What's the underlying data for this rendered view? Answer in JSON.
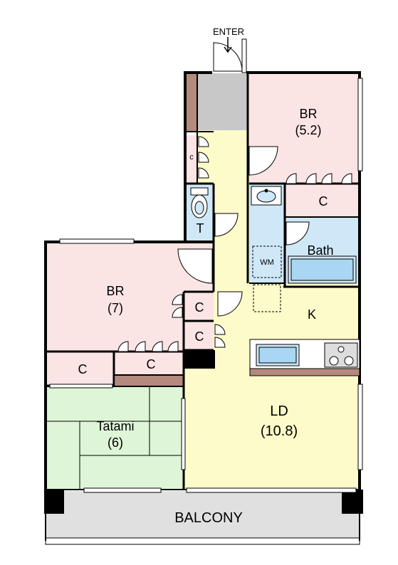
{
  "plan": {
    "entrance_label": "ENTER",
    "rooms": {
      "br_north": {
        "name": "BR",
        "size": "(5.2)"
      },
      "br_west": {
        "name": "BR",
        "size": "(7)"
      },
      "tatami": {
        "name": "Tatami",
        "size": "(6)"
      },
      "ld": {
        "name": "LD",
        "size": "(10.8)"
      },
      "kitchen": {
        "name": "K"
      },
      "bath": {
        "name": "Bath"
      },
      "toilet": {
        "name": "T"
      },
      "washer": {
        "name": "WM"
      },
      "balcony": {
        "name": "BALCONY"
      }
    },
    "closet_label": "C",
    "closet_small_label": "c",
    "colors": {
      "bedroom": "#fbe4e4",
      "living": "#fdfbc9",
      "tatami": "#dff5d8",
      "water": "#cfe8f7",
      "hall": "#fdfbc9",
      "genkan": "#c8c8c8",
      "wall": "#000000",
      "pillar_brown": "#b48a7e",
      "balcony": "#e0e0e0"
    }
  }
}
